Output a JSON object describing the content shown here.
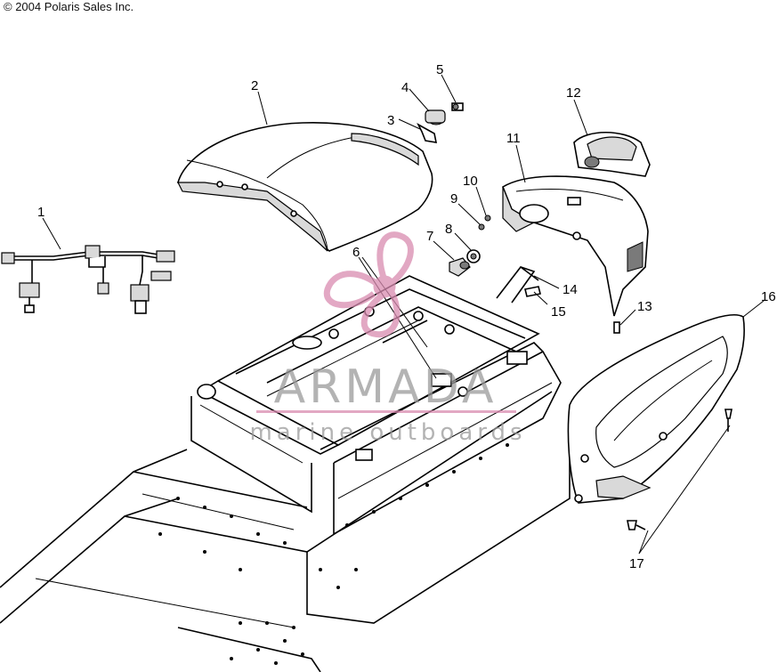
{
  "header": {
    "copyright": "© 2004 Polaris Sales Inc."
  },
  "watermark": {
    "title": "ARMADA",
    "subtitle": "marine outboards",
    "color": "#d98bb0"
  },
  "callouts": {
    "c1": "1",
    "c2": "2",
    "c3": "3",
    "c4": "4",
    "c5": "5",
    "c6": "6",
    "c7": "7",
    "c8": "8",
    "c9": "9",
    "c10": "10",
    "c11": "11",
    "c12": "12",
    "c13": "13",
    "c14": "14",
    "c15": "15",
    "c16": "16",
    "c17": "17"
  }
}
